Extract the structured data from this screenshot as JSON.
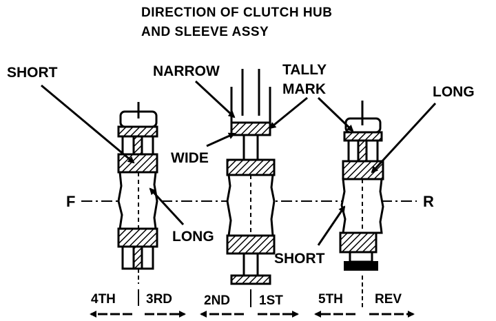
{
  "title": {
    "line1": "DIRECTION OF CLUTCH HUB",
    "line2": "AND SLEEVE ASSY"
  },
  "labels": {
    "short_left": "SHORT",
    "narrow": "NARROW",
    "tally_mark_1": "TALLY",
    "tally_mark_2": "MARK",
    "long_right": "LONG",
    "wide": "WIDE",
    "axis_front": "F",
    "axis_rear": "R",
    "long_left": "LONG",
    "short_right": "SHORT"
  },
  "gears": {
    "fourth": "4TH",
    "third": "3RD",
    "second": "2ND",
    "first": "1ST",
    "fifth": "5TH",
    "reverse": "REV"
  },
  "colors": {
    "ink": "#000000",
    "background": "#ffffff"
  }
}
